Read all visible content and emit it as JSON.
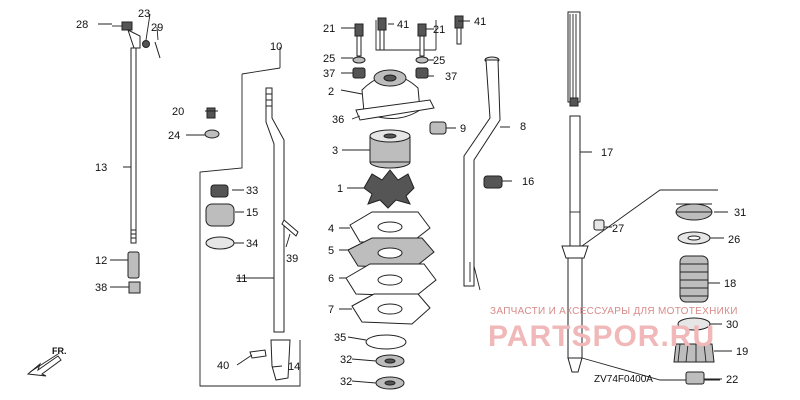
{
  "labels": {
    "p1": "1",
    "p2": "2",
    "p3": "3",
    "p4": "4",
    "p5": "5",
    "p6": "6",
    "p7": "7",
    "p8": "8",
    "p9": "9",
    "p10": "10",
    "p11": "11",
    "p12": "12",
    "p13": "13",
    "p14": "14",
    "p15": "15",
    "p16": "16",
    "p17": "17",
    "p18": "18",
    "p19": "19",
    "p20": "20",
    "p21a": "21",
    "p21b": "21",
    "p22": "22",
    "p23": "23",
    "p24": "24",
    "p25a": "25",
    "p25b": "25",
    "p26": "26",
    "p27": "27",
    "p28": "28",
    "p29": "29",
    "p30": "30",
    "p31": "31",
    "p32a": "32",
    "p32b": "32",
    "p33": "33",
    "p34": "34",
    "p35": "35",
    "p36": "36",
    "p37a": "37",
    "p37b": "37",
    "p38": "38",
    "p39": "39",
    "p40": "40",
    "p41a": "41",
    "p41b": "41"
  },
  "diagram_code": "ZV74F0400A",
  "direction_label": "FR.",
  "watermark": {
    "caption": "ЗАПЧАСТИ И АКСЕССУАРЫ ДЛЯ МОТОТЕХНИКИ",
    "brand": "PARTSPOR.RU"
  },
  "colors": {
    "watermark": "#e39a9a",
    "line": "#222222"
  }
}
